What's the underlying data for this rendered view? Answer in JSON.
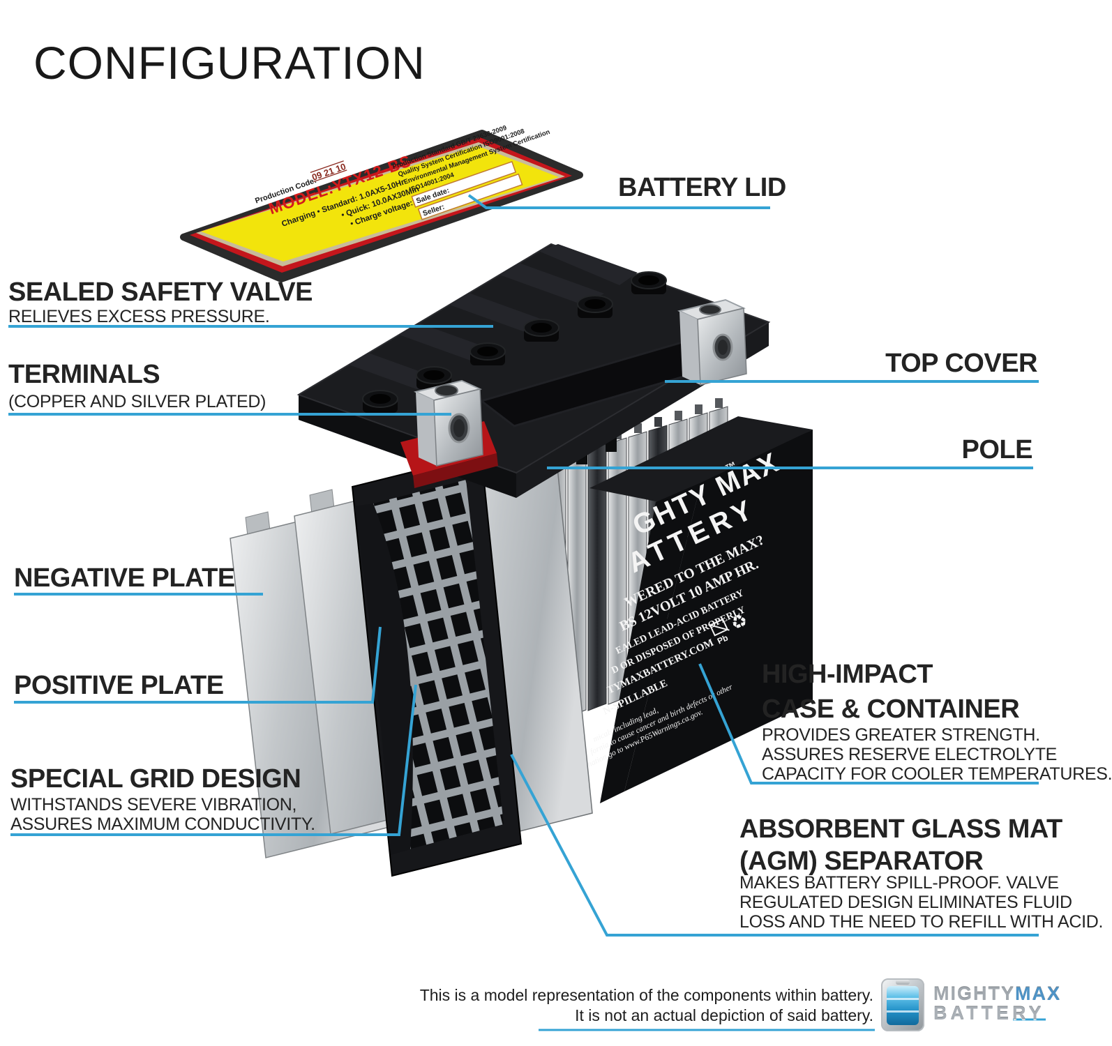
{
  "title": "CONFIGURATION",
  "colors": {
    "callout_line": "#35a3d4",
    "label_yellow": "#f2e40c",
    "label_red": "#c4161c",
    "model_red": "#d31a1a",
    "logo_blue": "#4e93c6"
  },
  "callouts": {
    "battery_lid": {
      "label": "BATTERY LID"
    },
    "top_cover": {
      "label": "TOP COVER"
    },
    "pole": {
      "label": "POLE"
    },
    "sealed_safety_valve": {
      "label": "SEALED SAFETY VALVE",
      "description": "RELIEVES EXCESS PRESSURE."
    },
    "terminals": {
      "label": "TERMINALS",
      "description": "(COPPER AND SILVER PLATED)"
    },
    "negative_plate": {
      "label": "NEGATIVE PLATE"
    },
    "positive_plate": {
      "label": "POSITIVE PLATE"
    },
    "special_grid_design": {
      "label": "SPECIAL GRID DESIGN",
      "description_line1": "WITHSTANDS SEVERE VIBRATION,",
      "description_line2": "ASSURES MAXIMUM CONDUCTIVITY."
    },
    "high_impact_case": {
      "label_line1": "HIGH-IMPACT",
      "label_line2": "CASE & CONTAINER",
      "description_line1": "PROVIDES GREATER STRENGTH.",
      "description_line2": "ASSURES RESERVE ELECTROLYTE",
      "description_line3": "CAPACITY FOR COOLER TEMPERATURES."
    },
    "agm_separator": {
      "label_line1": "ABSORBENT GLASS MAT",
      "label_line2": "(AGM) SEPARATOR",
      "description_line1": "MAKES BATTERY SPILL-PROOF. VALVE",
      "description_line2": "REGULATED DESIGN ELIMINATES FLUID",
      "description_line3": "LOSS AND THE NEED TO REFILL WITH ACID."
    }
  },
  "battery_label": {
    "production_code_label": "Production Code:",
    "production_code": "09 21 10",
    "model": "MODEL:YTX12-BS",
    "charging_line1": "Charging • Standard: 1.0AX5-10Hr",
    "charging_line2": "• Quick: 10.0AX30Min",
    "charging_line3": "• Charge voltage:13.8V-15V",
    "cert_line1": "Production Standard GB/T 23638-2009",
    "cert_line2": "Quality System Certification ISO9001:2008",
    "cert_line3": "Environmental Management System Certification",
    "cert_line4": "ISO14001:2004",
    "sale_date_label": "Sale date:",
    "seller_label": "Seller:"
  },
  "battery_case": {
    "trademark": "™",
    "brand_line1": "GHTY MAX",
    "brand_line2": "ATTERY",
    "tagline": "WERED TO THE MAX?",
    "rating": "BS   12VOLT 10 AMP HR.",
    "type": "EALED LEAD-ACID BATTERY",
    "disposal": "D OR DISPOSED OF PROPERLY",
    "website": "TYMAXBATTERY.COM",
    "non_spillable": "N-SPILLABLE",
    "pb_symbol": "Pb",
    "recycle_symbol": "♻",
    "warning_line1": "micals including lead,",
    "warning_line2": "fornia to cause cancer and birth defects or other",
    "warning_line3": "nation go to www.P65Warnings.ca.gov."
  },
  "disclaimer": {
    "line1": "This is a model representation of the components within battery.",
    "line2": "It is not an actual depiction of said battery."
  },
  "logo": {
    "brand_part1": "MIGHTY",
    "brand_part2": "MAX",
    "brand_line2": "BATTERY"
  }
}
